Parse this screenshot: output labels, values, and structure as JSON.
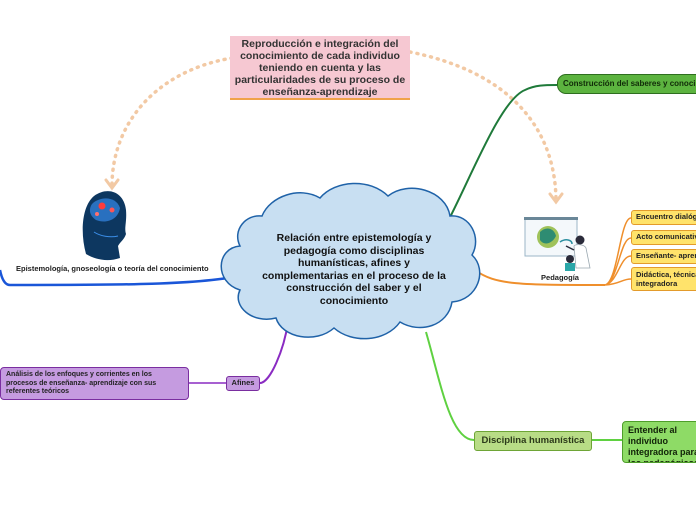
{
  "central": {
    "text": "Relación entre epistemología y pedagogía como disciplinas humanísticas, afines y complementarias en el proceso de la construcción del saber y el conocimiento"
  },
  "top_note": {
    "text": "Reproducción e integración del conocimiento de cada individuo teniendo en cuenta y las particularidades de su proceso de enseñanza-aprendizaje"
  },
  "branches": {
    "construccion": {
      "label": "Construcción del saberes y conocimiento"
    },
    "epistemologia": {
      "label": "Epistemología, gnoseología o teoría del conocimiento"
    },
    "pedagogia": {
      "label": "Pedagogía",
      "items": [
        {
          "label": "Encuentro dialógico"
        },
        {
          "label": "Acto comunicativo"
        },
        {
          "label": "Enseñante- aprendiente"
        },
        {
          "label": "Didáctica, técnica integradora"
        }
      ]
    },
    "afines": {
      "label": "Afines",
      "child": {
        "label": "Análisis de los enfoques y corrientes en los procesos de enseñanza- aprendizaje con sus referentes teóricos"
      }
    },
    "disciplina": {
      "label": "Disciplina humanística",
      "child": {
        "label": "Entender al individuo integradora para los pedagógicos en"
      }
    }
  },
  "colors": {
    "cloud_fill": "#c8dff2",
    "cloud_stroke": "#1f62a8",
    "epistemologia_line": "#1a56d8",
    "construccion_line": "#1f7a3a",
    "pedagogia_line": "#ef8f2c",
    "afines_line": "#8a2bc2",
    "disciplina_line": "#5fd141",
    "dotted": "#f2c9a4"
  },
  "icons": {
    "epistemologia": "brain-head-icon",
    "pedagogia": "teacher-board-icon"
  }
}
